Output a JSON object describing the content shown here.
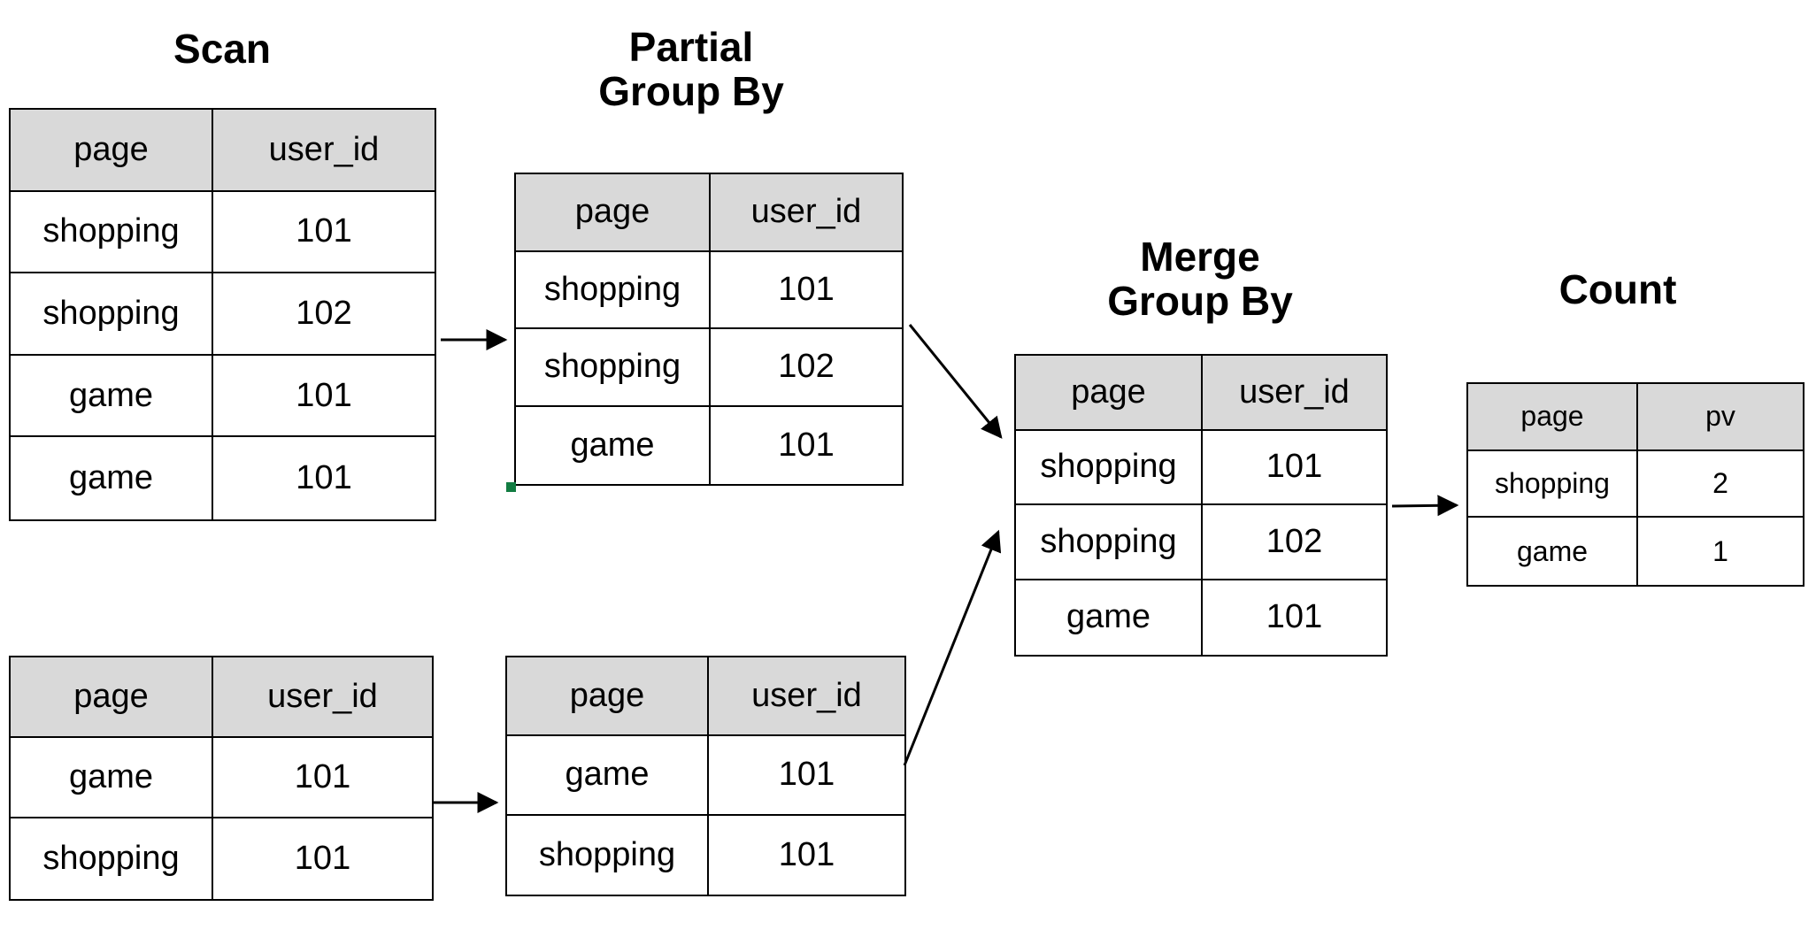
{
  "stages": {
    "scan": {
      "title": "Scan"
    },
    "partial_group_by": {
      "title_line1": "Partial",
      "title_line2": "Group By"
    },
    "merge_group_by": {
      "title_line1": "Merge",
      "title_line2": "Group By"
    },
    "count": {
      "title": "Count"
    }
  },
  "tables": {
    "scan_top": {
      "headers": [
        "page",
        "user_id"
      ],
      "rows": [
        [
          "shopping",
          "101"
        ],
        [
          "shopping",
          "102"
        ],
        [
          "game",
          "101"
        ],
        [
          "game",
          "101"
        ]
      ]
    },
    "partial_top": {
      "headers": [
        "page",
        "user_id"
      ],
      "rows": [
        [
          "shopping",
          "101"
        ],
        [
          "shopping",
          "102"
        ],
        [
          "game",
          "101"
        ]
      ]
    },
    "scan_bottom": {
      "headers": [
        "page",
        "user_id"
      ],
      "rows": [
        [
          "game",
          "101"
        ],
        [
          "shopping",
          "101"
        ]
      ]
    },
    "partial_bottom": {
      "headers": [
        "page",
        "user_id"
      ],
      "rows": [
        [
          "game",
          "101"
        ],
        [
          "shopping",
          "101"
        ]
      ]
    },
    "merge": {
      "headers": [
        "page",
        "user_id"
      ],
      "rows": [
        [
          "shopping",
          "101"
        ],
        [
          "shopping",
          "102"
        ],
        [
          "game",
          "101"
        ]
      ]
    },
    "count": {
      "headers": [
        "page",
        "pv"
      ],
      "rows": [
        [
          "shopping",
          "2"
        ],
        [
          "game",
          "1"
        ]
      ]
    }
  },
  "colors": {
    "background": "#ffffff",
    "table_header_bg": "#d9d9d9",
    "border": "#000000",
    "arrow": "#000000",
    "selection_handle": "#127c42"
  }
}
